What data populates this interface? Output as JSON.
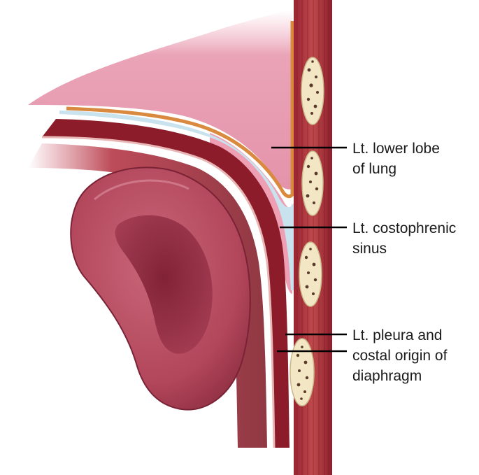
{
  "labels": {
    "lower_lobe": {
      "line1": "Lt. lower lobe",
      "line2": "of lung"
    },
    "costophrenic": {
      "line1": "Lt. costophrenic",
      "line2": "sinus"
    },
    "pleura": {
      "line1": "Lt. pleura and",
      "line2": "costal origin of",
      "line3": "diaphragm"
    }
  },
  "colors": {
    "lung": "#e9a2b6",
    "lung_edge": "#d98a3f",
    "pleura": "#c8e2ee",
    "muscle": "#a12a37",
    "muscle_dark": "#7a1522",
    "heart": "#b94b5e",
    "bone": "#f3e6c4"
  }
}
